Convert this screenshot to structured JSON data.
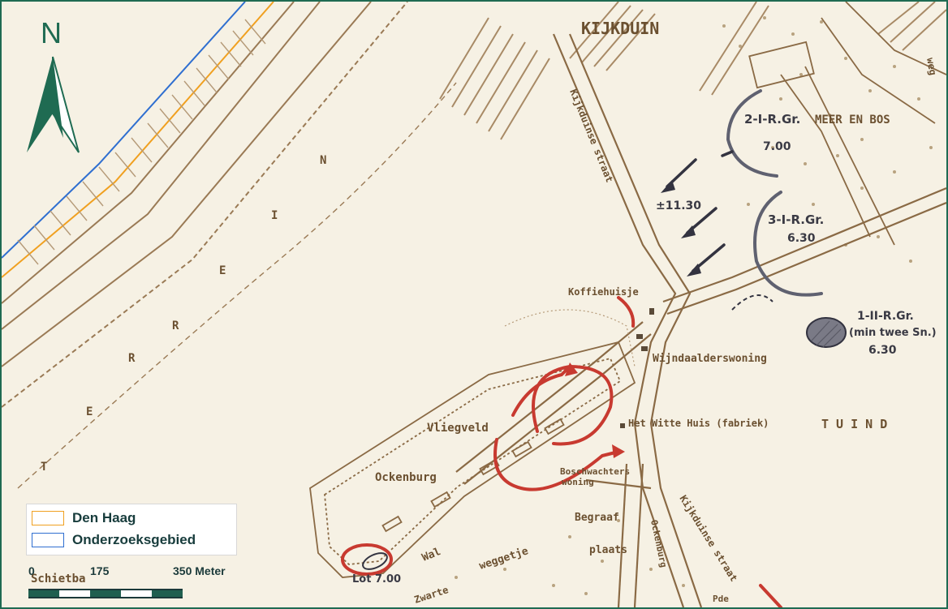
{
  "north": {
    "label": "N"
  },
  "legend": [
    {
      "label": "Den Haag",
      "color": "#f0a020"
    },
    {
      "label": "Onderzoeksgebied",
      "color": "#2f6fd0"
    }
  ],
  "scale": {
    "labels": [
      "0",
      "175",
      "350 Meter"
    ],
    "dark": "#1f5f4f",
    "light": "#ffffff"
  },
  "map_labels": {
    "kijkduin": "KIJKDUIN",
    "meer_en_bos": "MEER EN BOS",
    "kijkduinse_straat_n": "Kijkduinse straat",
    "kijkduinse_straat_s": "Kijkduinse straat",
    "koffiehuisje": "Koffiehuisje",
    "wijndaalderswoning": "Wijndaalderswoning",
    "witte_huis": "Het Witte Huis (fabriek)",
    "vliegveld": "Vliegveld",
    "ockenburg": "Ockenburg",
    "boschwachters": "Boschwachters",
    "woning": "woning",
    "begraaf": "Begraaf",
    "plaats": "plaats",
    "wal": "Wal",
    "weggetje": "weggetje",
    "zwarte": "Zwarte",
    "schietbaan": "Schietba",
    "tuin": "T  U  I  N  D",
    "terrein": [
      "N",
      "I",
      "E",
      "R",
      "R",
      "E",
      "T"
    ],
    "weg": "weg",
    "ockenburgh_vert": "Ockenburg",
    "pde": "Pde"
  },
  "annotations": {
    "unit_2": "2-I-R.Gr.",
    "time_2": "7.00",
    "unit_3": "3-I-R.Gr.",
    "time_3": "6.30",
    "unit_1": "1-II-R.Gr.",
    "unit_1_note": "(min twee Sn.)",
    "time_1": "6.30",
    "time_arrow": "±11.30",
    "lot": "Lot 7.00"
  },
  "colors": {
    "ink": "#8a6a45",
    "red": "#c83a30",
    "gray": "#5f6170",
    "dark": "#333340"
  }
}
